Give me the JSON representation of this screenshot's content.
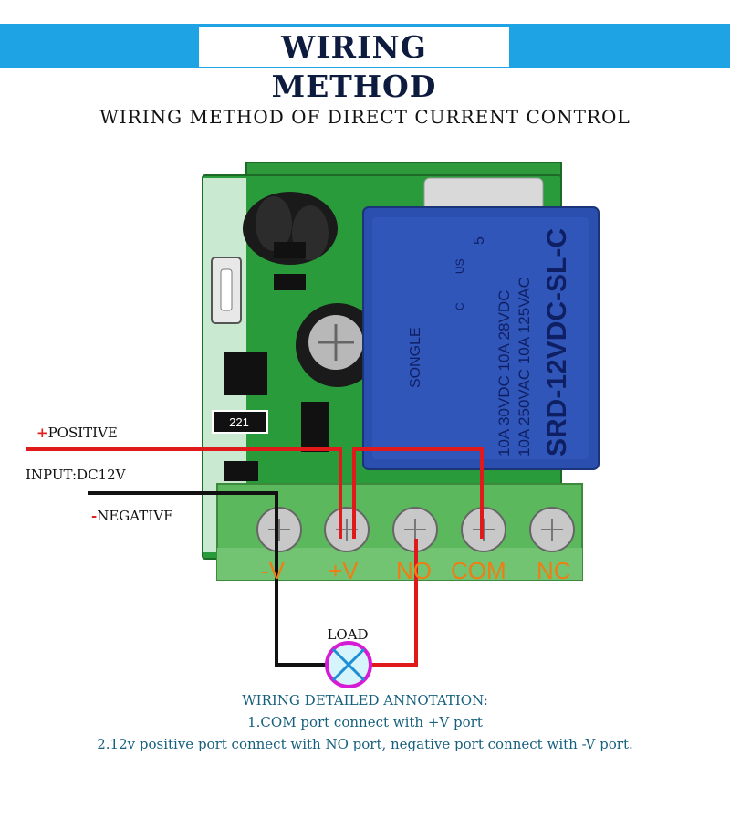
{
  "header": {
    "title": "WIRING METHOD"
  },
  "subtitle": "WIRING METHOD OF DIRECT CURRENT CONTROL",
  "labels": {
    "positive_sign": "+",
    "positive": "POSITIVE",
    "input": "INPUT:DC12V",
    "negative_sign": "-",
    "negative": "NEGATIVE",
    "load": "LOAD"
  },
  "terminals": [
    "-V",
    "+V",
    "NO",
    "COM",
    "NC"
  ],
  "relay": {
    "brand": "SONGLE",
    "model": "SRD-12VDC-SL-C",
    "rating_line1": "10A 250VAC  10A 125VAC",
    "rating_line2": "10A 30VDC  10A 28VDC",
    "mark": "5",
    "us": "US",
    "c": "C"
  },
  "components": {
    "resistor_code": "221"
  },
  "annotation": {
    "heading": "WIRING DETAILED ANNOTATION:",
    "line1": "1.COM port connect with +V port",
    "line2": "2.12v positive port connect with NO port, negative port connect with -V port."
  },
  "colors": {
    "banner": "#1ea3e5",
    "wire_positive": "#e01a1a",
    "wire_negative": "#111111",
    "terminal_label": "#f07d14",
    "annotation": "#16607e",
    "relay": "#2a4fae",
    "pcb": "#2f9a3c"
  }
}
